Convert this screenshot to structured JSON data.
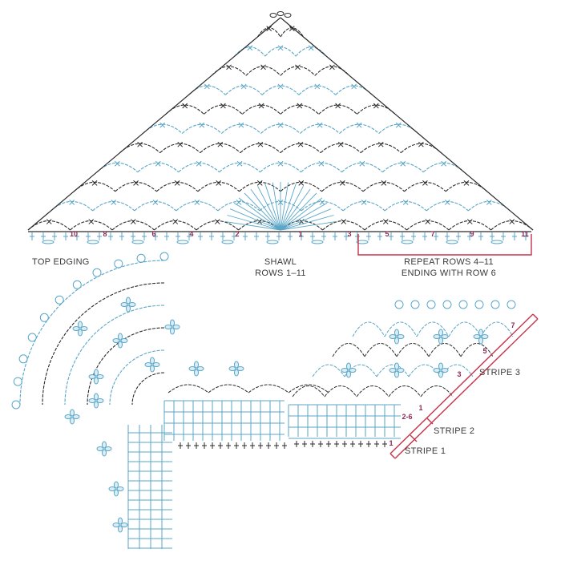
{
  "colors": {
    "blue": "#5aa6c8",
    "dark": "#2b2b2b",
    "accent": "#c8324a",
    "rownum": "#8b2a55",
    "label": "#3a3a3a"
  },
  "labels": {
    "top_edging": "TOP EDGING",
    "shawl_line1": "SHAWL",
    "shawl_line2": "ROWS 1–11",
    "repeat_line1": "REPEAT ROWS 4–11",
    "repeat_line2": "ENDING WITH ROW 6",
    "stripe1": "STRIPE 1",
    "stripe2": "STRIPE 2",
    "stripe3": "STRIPE 3"
  },
  "shawl_row_numbers": [
    "10",
    "8",
    "6",
    "4",
    "2",
    "1",
    "3",
    "5",
    "7",
    "9",
    "11"
  ],
  "border_row_numbers": [
    "1",
    "2-6",
    "1",
    "3",
    "5",
    "7"
  ]
}
